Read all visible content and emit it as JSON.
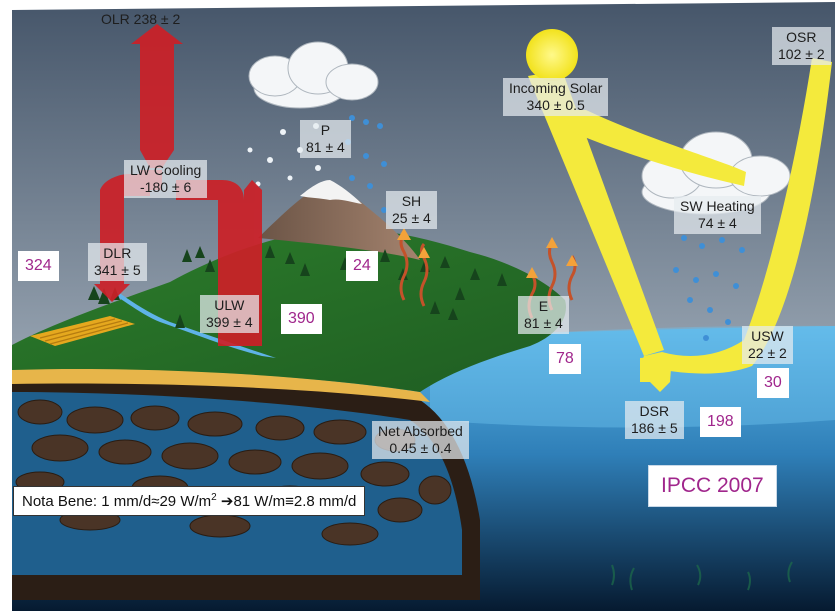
{
  "labels": {
    "olr": "OLR 238 ± 2",
    "p_name": "P",
    "p_val": "81 ± 4",
    "lw_name": "LW Cooling",
    "lw_val": "-180 ± 6",
    "dlr_name": "DLR",
    "dlr_val": "341 ± 5",
    "ulw_name": "ULW",
    "ulw_val": "399 ± 4",
    "sh_name": "SH",
    "sh_val": "25 ± 4",
    "e_name": "E",
    "e_val": "81 ± 4",
    "net_name": "Net Absorbed",
    "net_val": "0.45 ± 0.4",
    "solar_name": "Incoming Solar",
    "solar_val": "340 ± 0.5",
    "osr_name": "OSR",
    "osr_val": "102 ± 2",
    "swh_name": "SW Heating",
    "swh_val": "74 ± 4",
    "usw_name": "USW",
    "usw_val": "22 ± 2",
    "dsr_name": "DSR",
    "dsr_val": "186 ± 5"
  },
  "boxes": {
    "dlr_alt": "324",
    "sh_alt": "24",
    "ulw_alt": "390",
    "e_alt": "78",
    "usw_alt": "30",
    "dsr_alt": "198"
  },
  "nota": {
    "prefix": "Nota Bene: 1 mm/d≈29 W/m",
    "sup": "2",
    "arrow": "➔",
    "suffix": "81 W/m≡2.8 mm/d"
  },
  "source": "IPCC 2007",
  "colors": {
    "sky_top": "#4a5a6c",
    "sky_bottom": "#b9c3cb",
    "ocean": "#48a9e0",
    "ocean_deep": "#07203a",
    "land": "#2f8f2e",
    "sun": "#f6ec2c",
    "solar_beam": "#f4ea3c",
    "longwave": "#cc2027",
    "accent": "#a0268c"
  }
}
